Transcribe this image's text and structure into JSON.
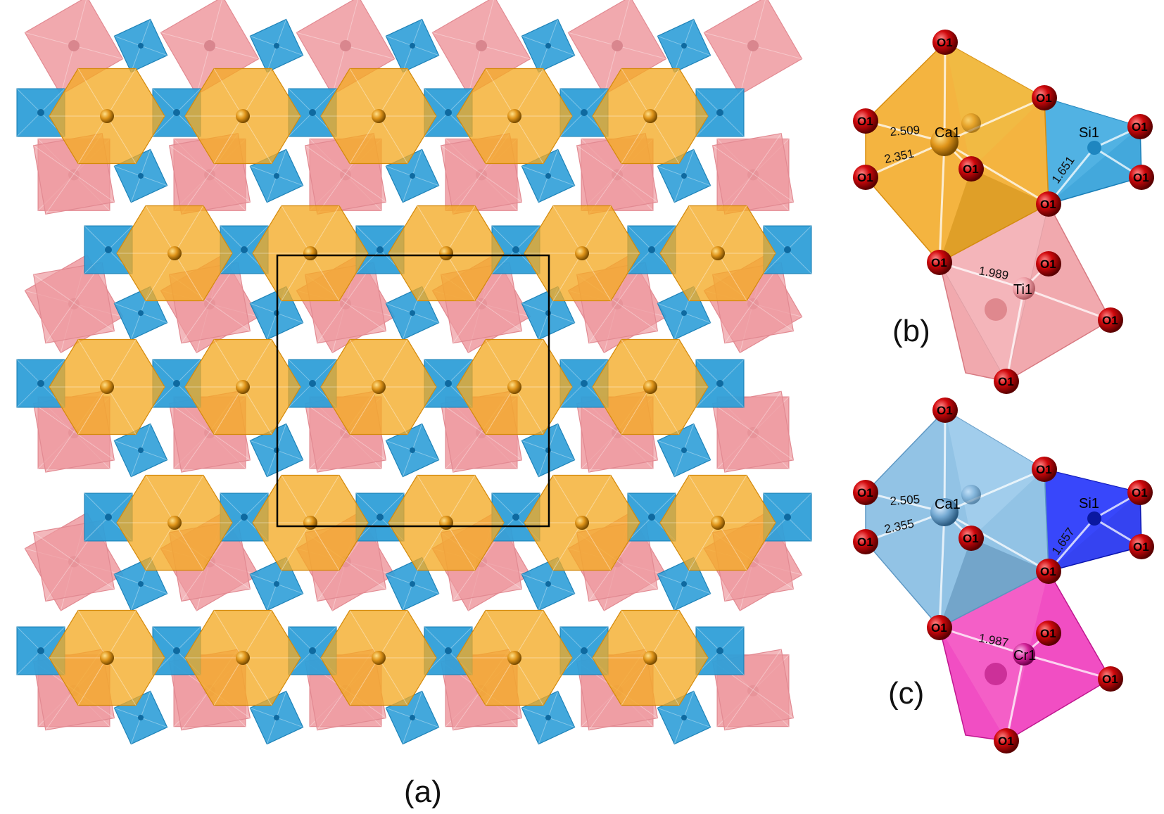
{
  "colors": {
    "ca_poly": "#f3aa25",
    "ti_poly": "#ee9aa0",
    "si_poly": "#2f9fd8",
    "ca_poly_c": "#86bde2",
    "si_poly_c": "#1f2ff0",
    "cr_poly_c": "#ee2fb8",
    "oxygen": "#c8060a",
    "cell": "#000000"
  },
  "panel_a": {
    "caption": "(a)"
  },
  "panel_b": {
    "caption": "(b)",
    "atoms": {
      "ca": "Ca1",
      "si": "Si1",
      "ti": "Ti1",
      "o": "O1"
    },
    "distances": {
      "ca_o_long": "2.509",
      "ca_o_short": "2.351",
      "si_o": "1.651",
      "ti_o": "1.989"
    }
  },
  "panel_c": {
    "caption": "(c)",
    "atoms": {
      "ca": "Ca1",
      "si": "Si1",
      "cr": "Cr1",
      "o": "O1"
    },
    "distances": {
      "ca_o_long": "2.505",
      "ca_o_short": "2.355",
      "si_o": "1.657",
      "cr_o": "1.987"
    }
  }
}
